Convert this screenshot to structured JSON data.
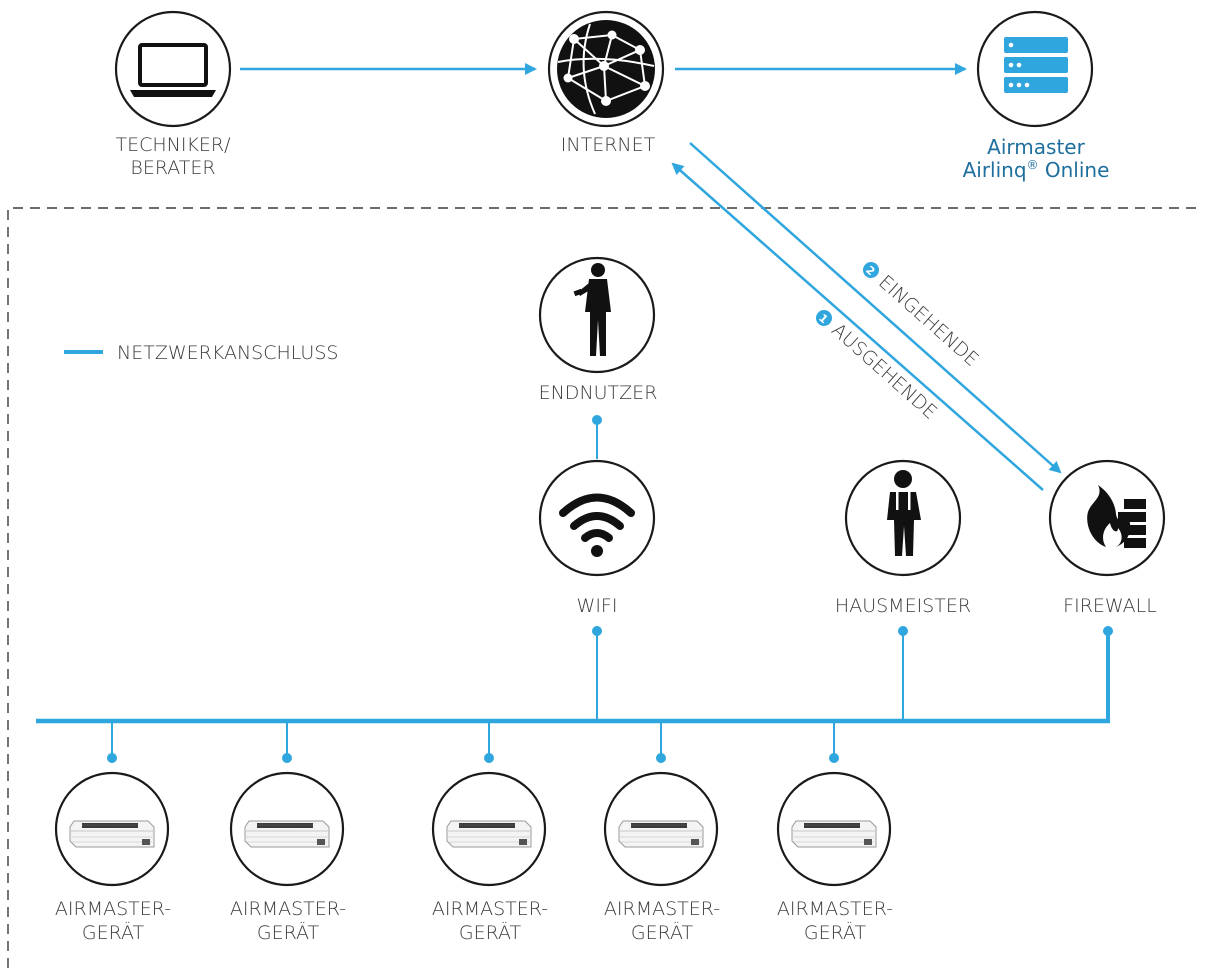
{
  "colors": {
    "network": "#2fa6dd",
    "text": "#3a3a3a",
    "brand_text": "#1f6f9e",
    "outline": "#1a1a1a"
  },
  "nodes": {
    "technician": {
      "icon": "laptop-icon",
      "line1": "TECHNIKER/",
      "line2": "BERATER"
    },
    "internet": {
      "icon": "globe-network-icon",
      "label": "INTERNET"
    },
    "cloud": {
      "icon": "server-icon",
      "line1": "Airmaster",
      "line2": "Airlinq",
      "reg": "®",
      "line2_suffix": " Online"
    },
    "end_user": {
      "icon": "person-phone-icon",
      "label": "ENDNUTZER"
    },
    "wifi": {
      "icon": "wifi-icon",
      "label": "WIFI"
    },
    "caretaker": {
      "icon": "worker-icon",
      "label": "HAUSMEISTER"
    },
    "firewall": {
      "icon": "firewall-icon",
      "label": "FIREWALL"
    }
  },
  "legend": {
    "label": "NETZWERKANSCHLUSS"
  },
  "connections": {
    "incoming": {
      "number": "2",
      "label": "EINGEHENDE"
    },
    "outgoing": {
      "number": "1",
      "label": "AUSGEHENDE"
    }
  },
  "devices": [
    {
      "line1": "AIRMASTER-",
      "line2": "GERÄT"
    },
    {
      "line1": "AIRMASTER-",
      "line2": "GERÄT"
    },
    {
      "line1": "AIRMASTER-",
      "line2": "GERÄT"
    },
    {
      "line1": "AIRMASTER-",
      "line2": "GERÄT"
    },
    {
      "line1": "AIRMASTER-",
      "line2": "GERÄT"
    }
  ]
}
